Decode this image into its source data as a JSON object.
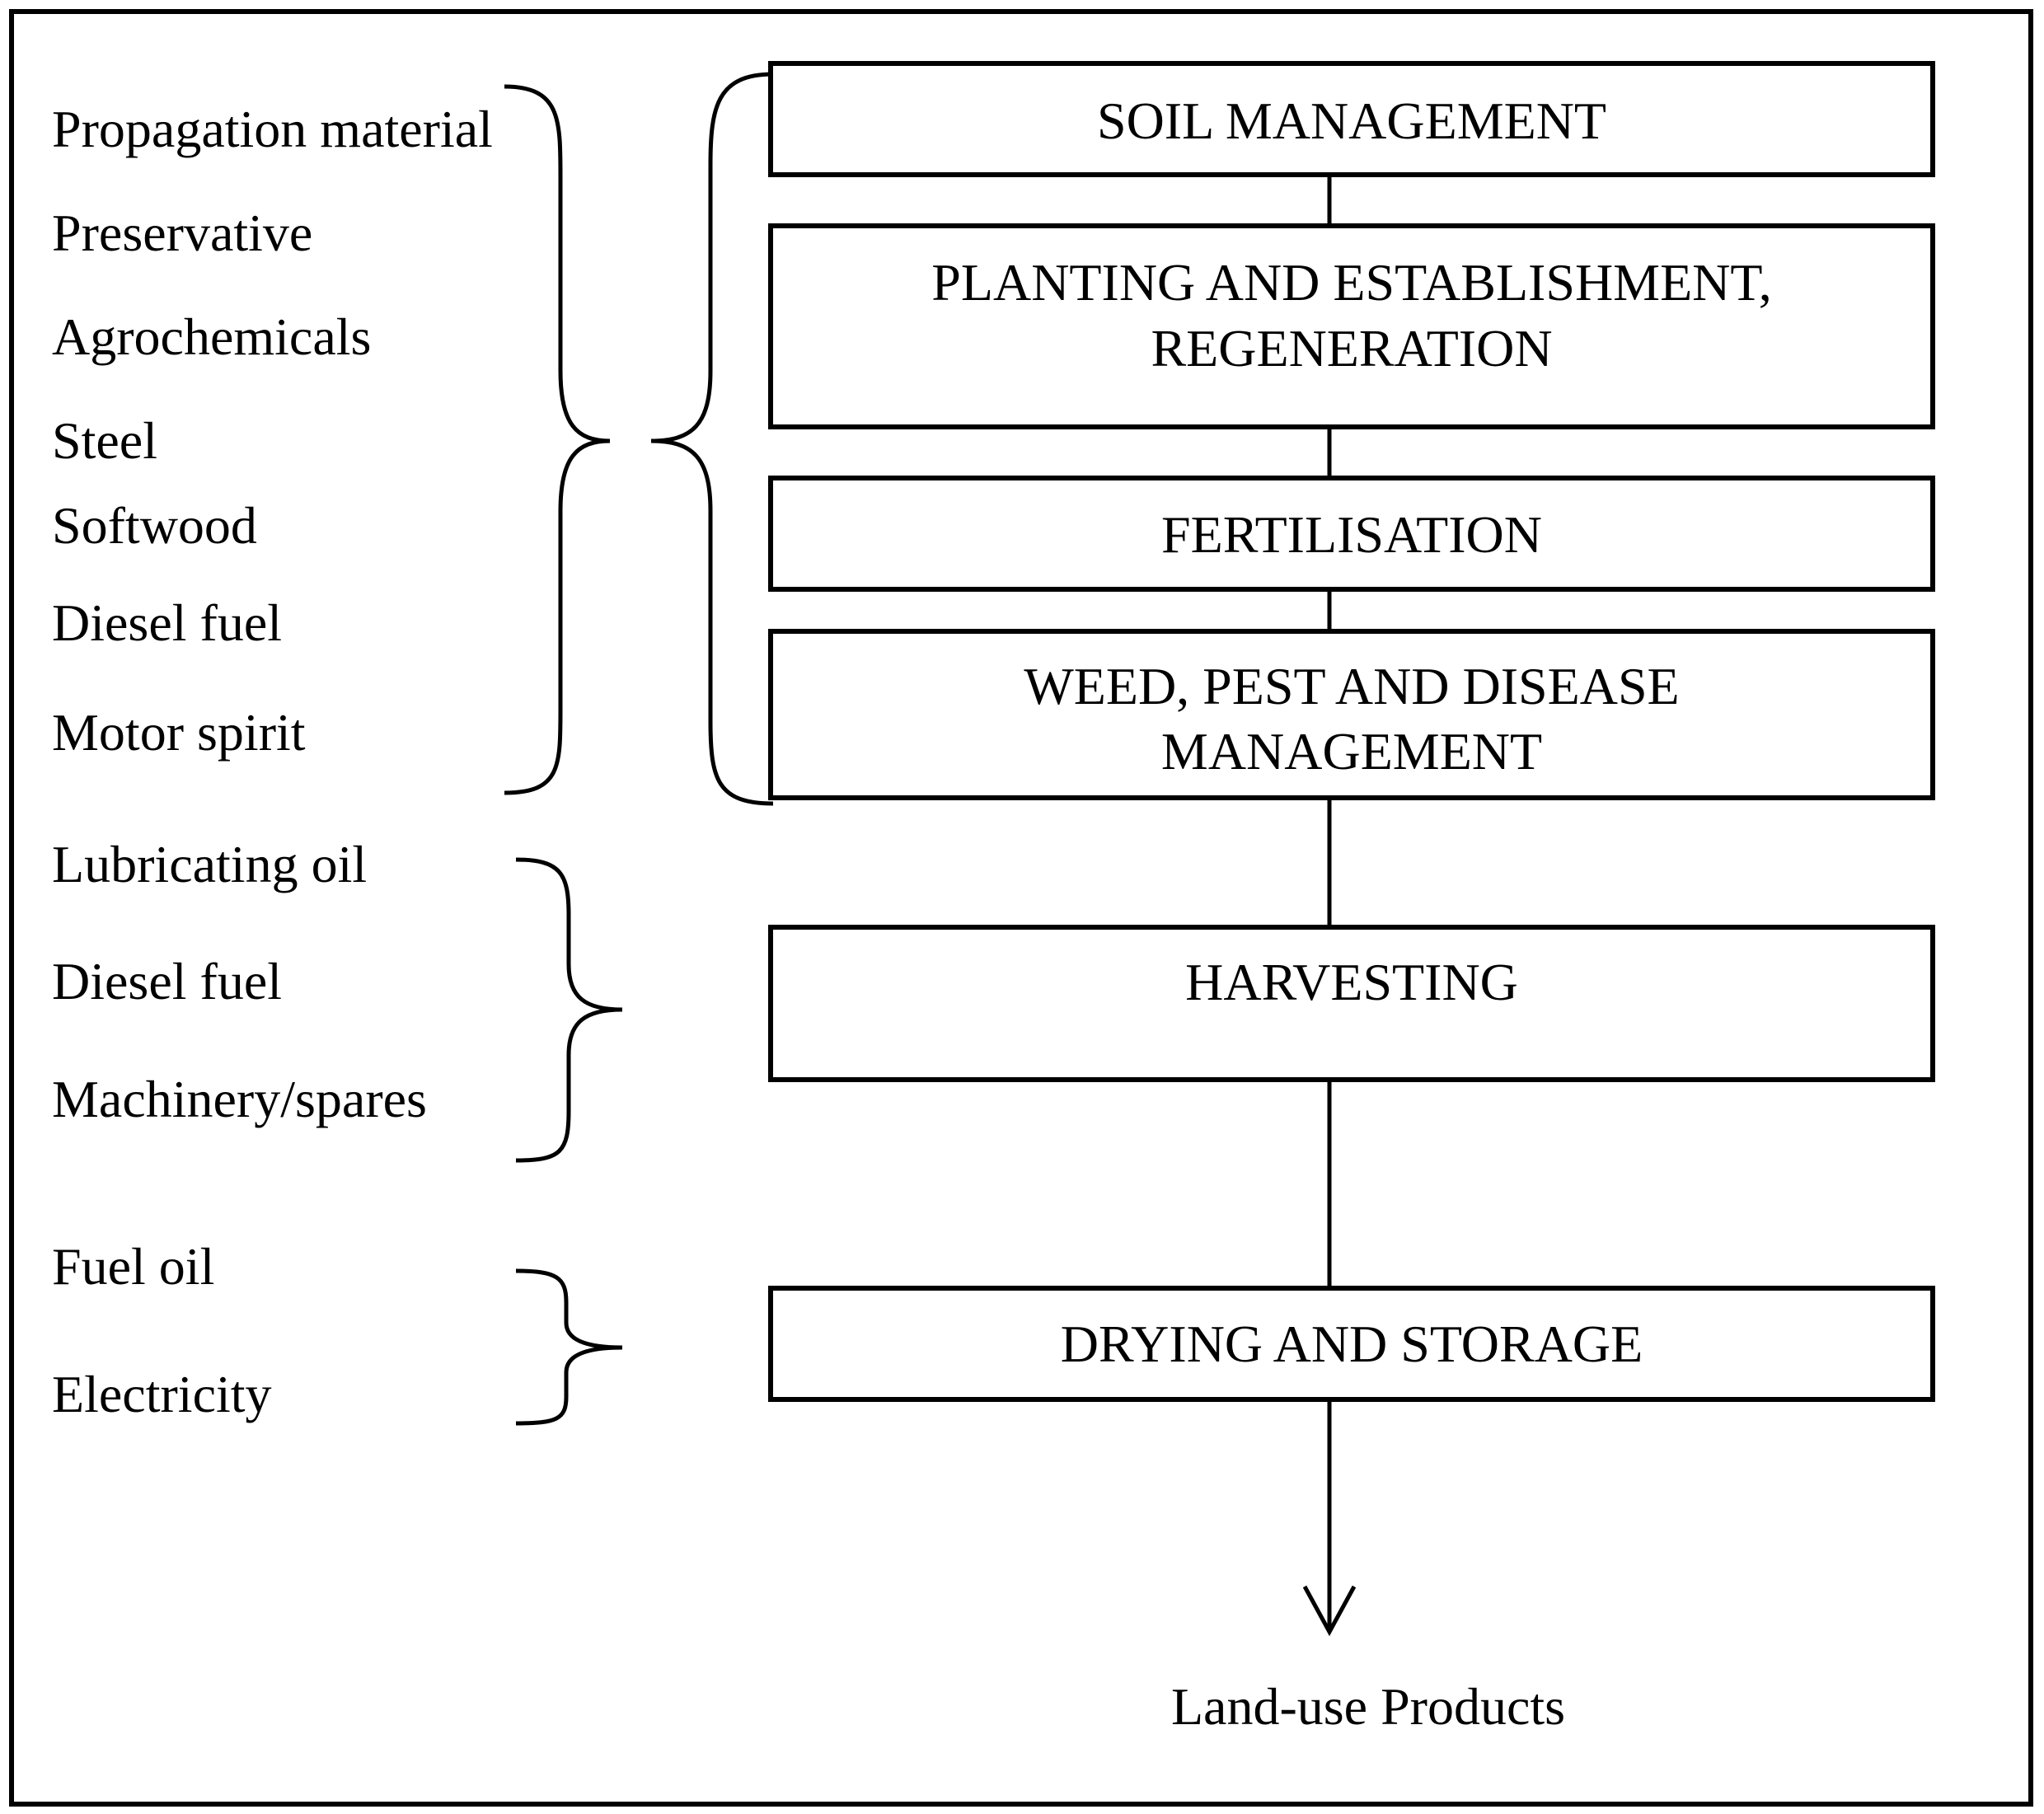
{
  "inputs": {
    "group1": [
      "Propagation material",
      "Preservative",
      "Agrochemicals",
      "Steel",
      "Softwood",
      "Diesel fuel",
      "Motor spirit"
    ],
    "group2": [
      "Lubricating oil",
      "Diesel fuel",
      "Machinery/spares"
    ],
    "group3": [
      "Fuel oil",
      "Electricity"
    ]
  },
  "stages": {
    "soil": {
      "line1": "SOIL MANAGEMENT"
    },
    "planting": {
      "line1": "PLANTING AND ESTABLISHMENT,",
      "line2": "REGENERATION"
    },
    "fertilisation": {
      "line1": "FERTILISATION"
    },
    "weed": {
      "line1": "WEED, PEST AND DISEASE",
      "line2": "MANAGEMENT"
    },
    "harvesting": {
      "line1": "HARVESTING"
    },
    "drying": {
      "line1": "DRYING AND STORAGE"
    }
  },
  "output": {
    "label": "Land-use Products"
  }
}
